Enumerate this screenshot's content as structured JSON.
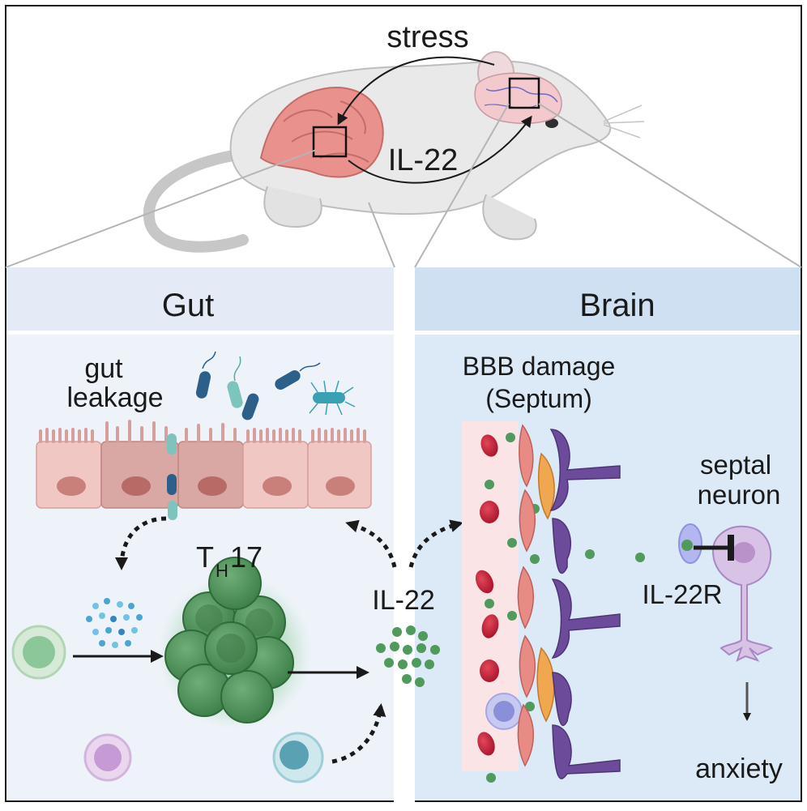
{
  "top": {
    "stress_label": "stress",
    "il22_label": "IL-22"
  },
  "panels": {
    "gut": {
      "title": "Gut",
      "leakage_line1": "gut",
      "leakage_line2": "leakage",
      "th_main": "T",
      "th_sub": "H",
      "th_num": "17"
    },
    "middle": {
      "il22_label": "IL-22"
    },
    "brain": {
      "title": "Brain",
      "bbb_line1": "BBB damage",
      "bbb_line2": "(Septum)",
      "septal_line1": "septal",
      "septal_line2": "neuron",
      "receptor_label": "IL-22R",
      "outcome_label": "anxiety"
    }
  },
  "colors": {
    "gut_bg": "#eef3fa",
    "brain_bg": "#dce9f7",
    "gut_tissue": "#e7b9b3",
    "th17_green": "#4f9a5c",
    "vessel_bg": "#fbe4e6",
    "neuron_purple": "#b892c9",
    "astro_purple": "#6c4b9a"
  }
}
